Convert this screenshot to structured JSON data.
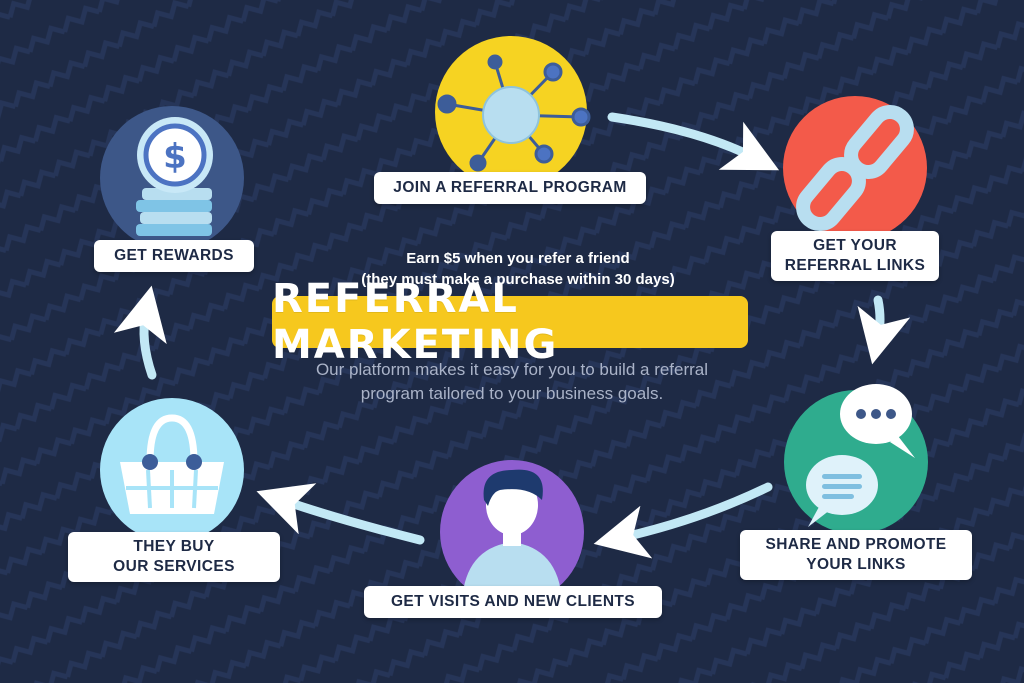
{
  "center": {
    "note_line1": "Earn $5 when you refer a friend",
    "note_line2": "(they must make a purchase within 30 days)",
    "title": "REFERRAL MARKETING",
    "subtitle_line1": "Our platform makes it easy for you to build a referral",
    "subtitle_line2": "program tailored to your business goals."
  },
  "steps": {
    "join": {
      "label": "JOIN A REFERRAL PROGRAM",
      "icon": "network-nodes-icon",
      "color": "#f6d322"
    },
    "links": {
      "line1": "GET YOUR",
      "line2": "REFERRAL LINKS",
      "icon": "chain-link-icon",
      "color": "#f35a4a"
    },
    "share": {
      "line1": "SHARE AND PROMOTE",
      "line2": "YOUR LINKS",
      "icon": "chat-bubbles-icon",
      "color": "#2fac8e"
    },
    "visits": {
      "label": "GET VISITS AND NEW CLIENTS",
      "icon": "person-avatar-icon",
      "color": "#8e5ed0"
    },
    "buy": {
      "line1": "THEY BUY",
      "line2": "OUR SERVICES",
      "icon": "shopping-basket-icon",
      "color": "#a8e4f8"
    },
    "rewards": {
      "label": "GET REWARDS",
      "icon": "dollar-coins-icon",
      "color": "#3d5788"
    }
  },
  "colors": {
    "background": "#1e2a45",
    "accent_yellow": "#f6c81e",
    "arrow": "#c2e8f5"
  }
}
